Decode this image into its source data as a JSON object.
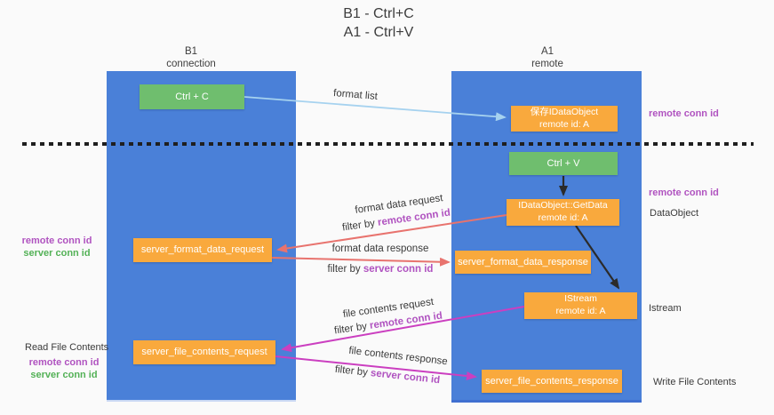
{
  "title": {
    "line1": "B1 - Ctrl+C",
    "line2": "A1 - Ctrl+V"
  },
  "lanes": {
    "left": {
      "title": "B1",
      "subtitle": "connection"
    },
    "right": {
      "title": "A1",
      "subtitle": "remote"
    }
  },
  "nodes": {
    "ctrl_c": {
      "label": "Ctrl + C"
    },
    "saved_dataobject": {
      "line1": "保存IDataObject",
      "line2": "remote id: A"
    },
    "ctrl_v": {
      "label": "Ctrl + V"
    },
    "getdata": {
      "line1": "IDataObject::GetData",
      "line2": "remote id: A"
    },
    "format_request": {
      "label": "server_format_data_request"
    },
    "format_response": {
      "label": "server_format_data_response"
    },
    "istream": {
      "line1": "IStream",
      "line2": "remote id: A"
    },
    "file_request": {
      "label": "server_file_contents_request"
    },
    "file_response": {
      "label": "server_file_contents_response"
    }
  },
  "arrow_labels": {
    "format_list": "format list",
    "format_data_request": "format data request",
    "format_data_response": "format data response",
    "file_contents_request": "file contents request",
    "file_contents_response": "file contents response"
  },
  "terms": {
    "filter_by": "filter by ",
    "remote_conn_id": "remote conn id",
    "server_conn_id": "server conn id"
  },
  "annotations": {
    "dataobject": "DataObject",
    "istream": "Istream",
    "read_file_contents": "Read File Contents",
    "write_file_contents": "Write File Contents"
  },
  "colors": {
    "lane_blue": "#4a80d8",
    "box_green": "#6fbe6e",
    "box_orange": "#f9a93d",
    "text_purple": "#b053c0",
    "text_green": "#53b156",
    "arrow_salmon": "#e8736e",
    "arrow_magenta": "#cb3fc0",
    "arrow_lightblue": "#a6d2ef",
    "arrow_black": "#2b2b2b"
  }
}
